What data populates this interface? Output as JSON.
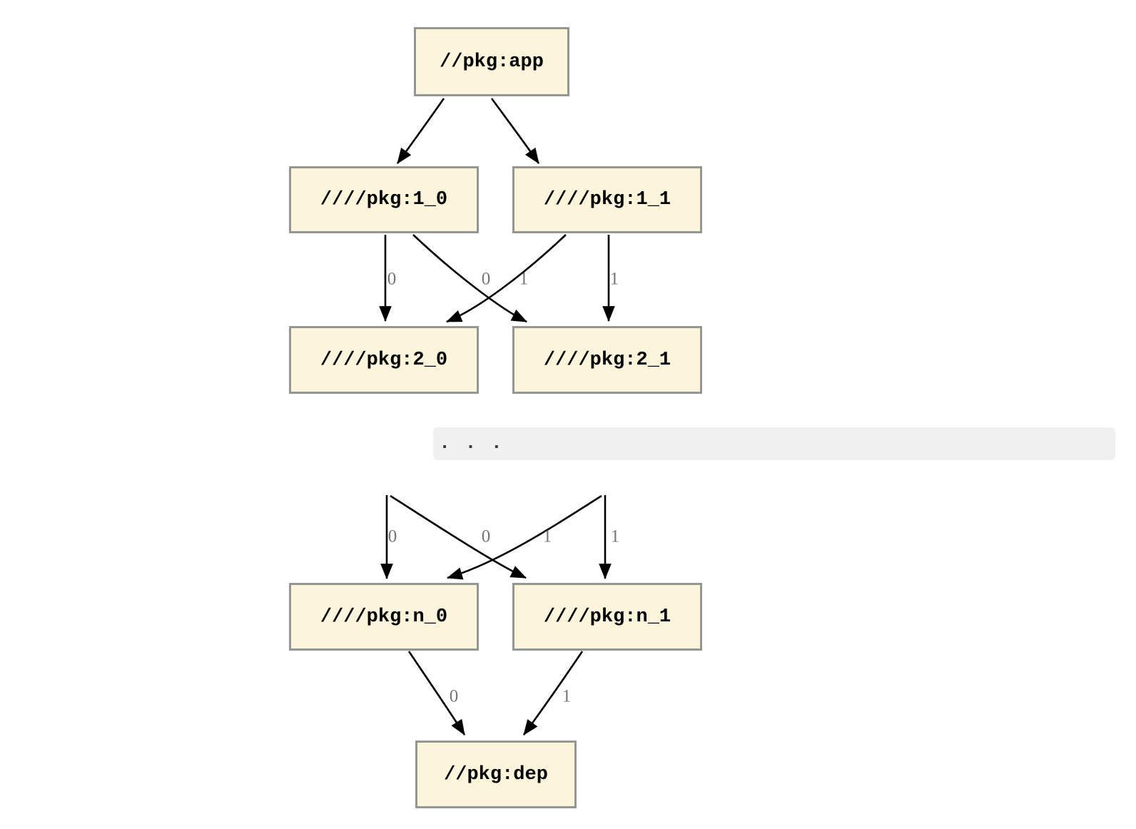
{
  "diagram": {
    "nodes": {
      "app": "//pkg:app",
      "l1_0": "////pkg:1_0",
      "l1_1": "////pkg:1_1",
      "l2_0": "////pkg:2_0",
      "l2_1": "////pkg:2_1",
      "ln_0": "////pkg:n_0",
      "ln_1": "////pkg:n_1",
      "dep": "//pkg:dep"
    },
    "ellipsis": ". . .",
    "edge_labels": {
      "level1": [
        "0",
        "0",
        "1",
        "1"
      ],
      "leveln": [
        "0",
        "0",
        "1",
        "1"
      ],
      "dep": [
        "0",
        "1"
      ]
    }
  },
  "colors": {
    "node_fill": "#fcf5dc",
    "node_border": "#929794",
    "edge": "#000000",
    "edge_label": "#757575",
    "band_bg": "#f0f0f0",
    "dots": "#3a3a3a"
  }
}
